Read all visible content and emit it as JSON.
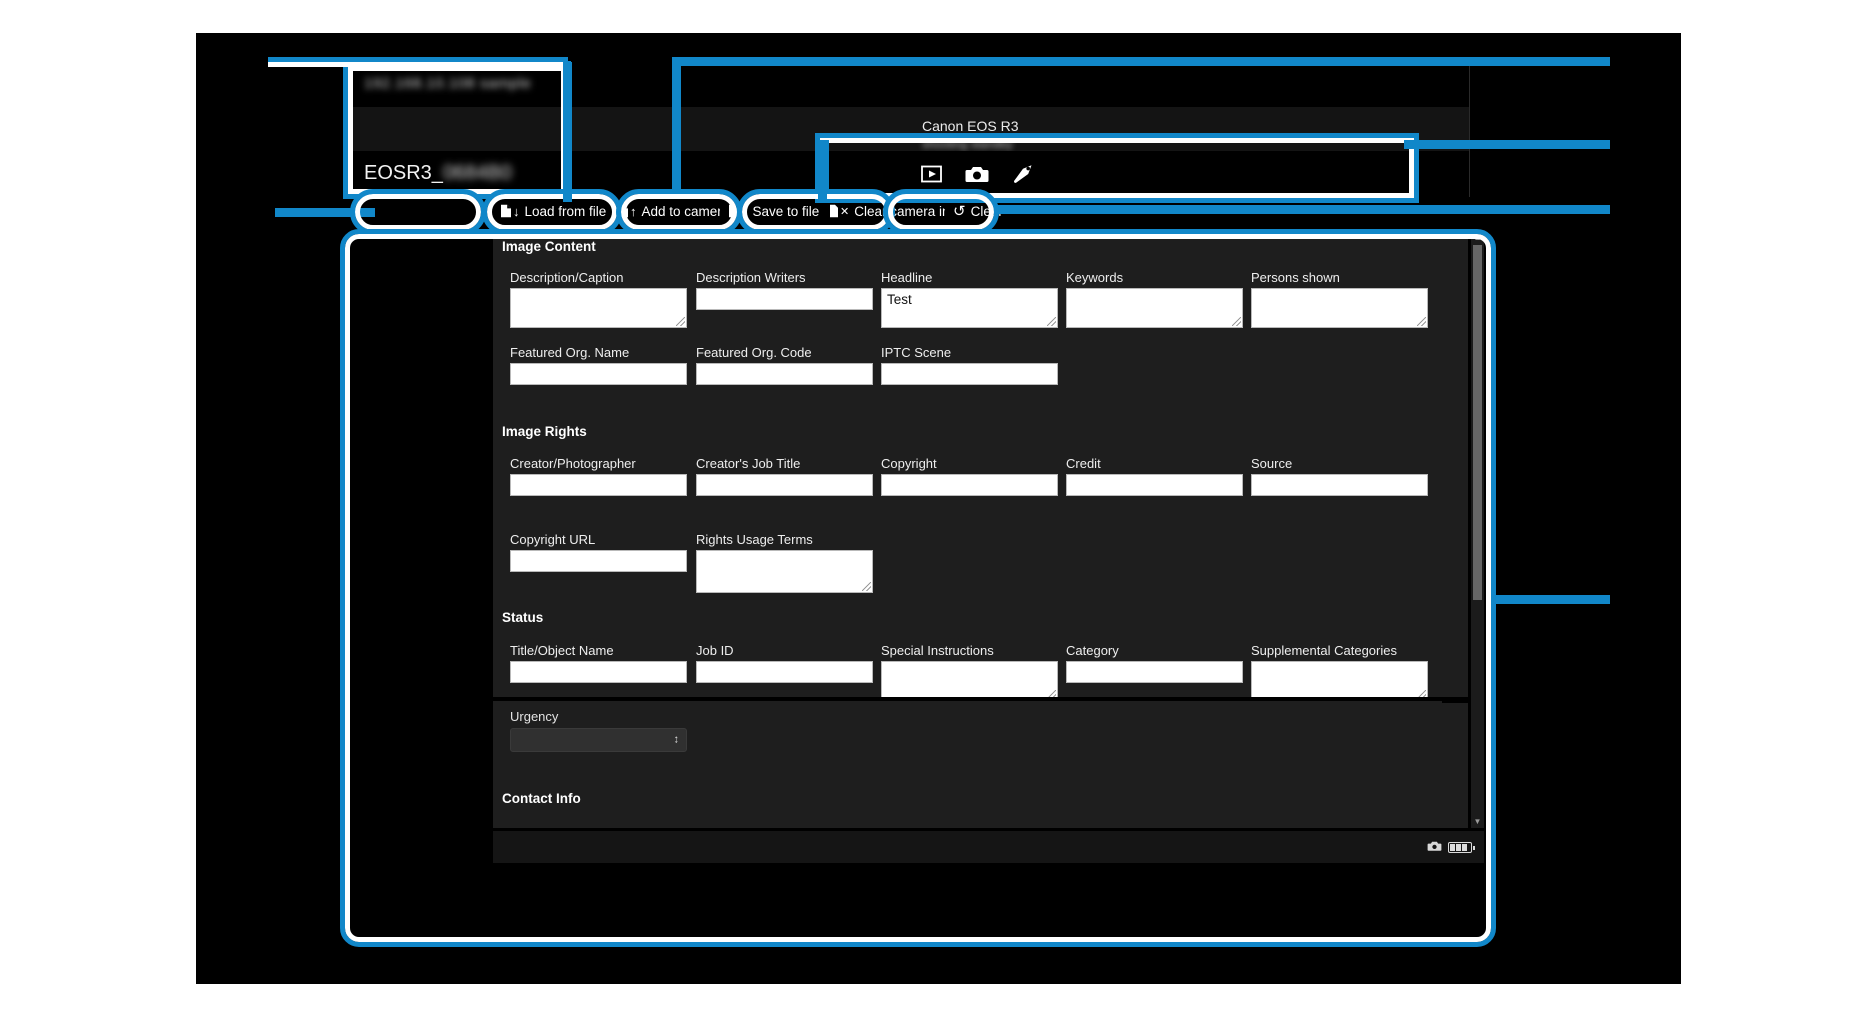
{
  "window": {
    "address_text": "192.168.10.108  sample",
    "file_name_prefix": "EOSR3_",
    "file_name_suffix": "0684B0",
    "camera_model": "Canon EOS R3",
    "camera_sub": "shooting standby"
  },
  "tabs": [
    {
      "name": "playback-tab",
      "icon": "playback-icon",
      "glyph": "▶"
    },
    {
      "name": "capture-tab",
      "icon": "camera-icon",
      "glyph": "●"
    },
    {
      "name": "metadata-tab",
      "icon": "tag-icon",
      "glyph": "◆"
    }
  ],
  "toolbar": {
    "load_from_file": "Load from file",
    "add_to_camera": "Add to camera",
    "save_to_file": "Save to file",
    "clear_camera_info": "Clear camera info",
    "clear": "Clear"
  },
  "sections": {
    "image_content": "Image Content",
    "image_rights": "Image Rights",
    "status": "Status",
    "contact_info": "Contact Info"
  },
  "fields": {
    "description_caption": {
      "label": "Description/Caption",
      "value": ""
    },
    "description_writers": {
      "label": "Description Writers",
      "value": ""
    },
    "headline": {
      "label": "Headline",
      "value": "Test"
    },
    "keywords": {
      "label": "Keywords",
      "value": ""
    },
    "persons_shown": {
      "label": "Persons shown",
      "value": ""
    },
    "featured_org_name": {
      "label": "Featured Org. Name",
      "value": ""
    },
    "featured_org_code": {
      "label": "Featured Org. Code",
      "value": ""
    },
    "iptc_scene": {
      "label": "IPTC Scene",
      "value": ""
    },
    "creator_photographer": {
      "label": "Creator/Photographer",
      "value": ""
    },
    "creators_job_title": {
      "label": "Creator's Job Title",
      "value": ""
    },
    "copyright": {
      "label": "Copyright",
      "value": ""
    },
    "credit": {
      "label": "Credit",
      "value": ""
    },
    "source": {
      "label": "Source",
      "value": ""
    },
    "copyright_url": {
      "label": "Copyright URL",
      "value": ""
    },
    "rights_usage_terms": {
      "label": "Rights Usage Terms",
      "value": ""
    },
    "title_object_name": {
      "label": "Title/Object Name",
      "value": ""
    },
    "job_id": {
      "label": "Job ID",
      "value": ""
    },
    "special_instructions": {
      "label": "Special Instructions",
      "value": ""
    },
    "category": {
      "label": "Category",
      "value": ""
    },
    "supplemental_categories": {
      "label": "Supplemental Categories",
      "value": ""
    },
    "urgency": {
      "label": "Urgency",
      "value": ""
    }
  },
  "scrollbar": {
    "up_glyph": "▲",
    "down_glyph": "▼"
  },
  "colors": {
    "annotation": "#1187c9",
    "accent_tab": "#e8821e",
    "panel_bg": "#1e1e1e",
    "window_bg": "#000000"
  }
}
